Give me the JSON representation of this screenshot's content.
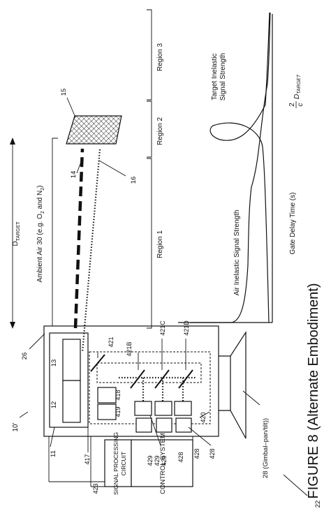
{
  "figure": {
    "caption": "FIGURE 8 (Alternate Embodiment)",
    "system_ref": "10'"
  },
  "labels": {
    "d_target": "D",
    "d_target_sub": "TARGET",
    "ambient_air": "Ambient Air 30 (e.g. O",
    "ambient_sub1": "2",
    "ambient_mid": " and N",
    "ambient_sub2": "2",
    "ambient_end": ")",
    "region1": "Region 1",
    "region2": "Region 2",
    "region3": "Region 3",
    "x_axis": "Gate Delay Time (s)",
    "air_signal": "Air Inelastic Signal Strength",
    "target_signal_line1": "Target Inelastic",
    "target_signal_line2": "Signal Strength",
    "formula_num": "2",
    "formula_den": "c",
    "formula_var": "D",
    "formula_sub": "TARGET",
    "signal_processing_line1": "SIGNAL PROCESSING",
    "signal_processing_line2": "CIRCUIT",
    "control_system": "CONTROL SYSTEM",
    "gimbal": "28 (Gimbal–pan/tilt))"
  },
  "refs": {
    "r11": "11",
    "r12": "12",
    "r13": "13",
    "r14": "14",
    "r15": "15",
    "r16": "16",
    "r22": "22",
    "r26": "26",
    "r417": "417",
    "r418": "418",
    "r419": "419",
    "r420": "420",
    "r421": "421",
    "r421b": "421B",
    "r421c": "421C",
    "r421d": "421D",
    "r423": "423",
    "r428a": "428",
    "r428b": "428",
    "r428c": "428",
    "r429a": "429",
    "r429b": "429",
    "r429c": "429"
  }
}
